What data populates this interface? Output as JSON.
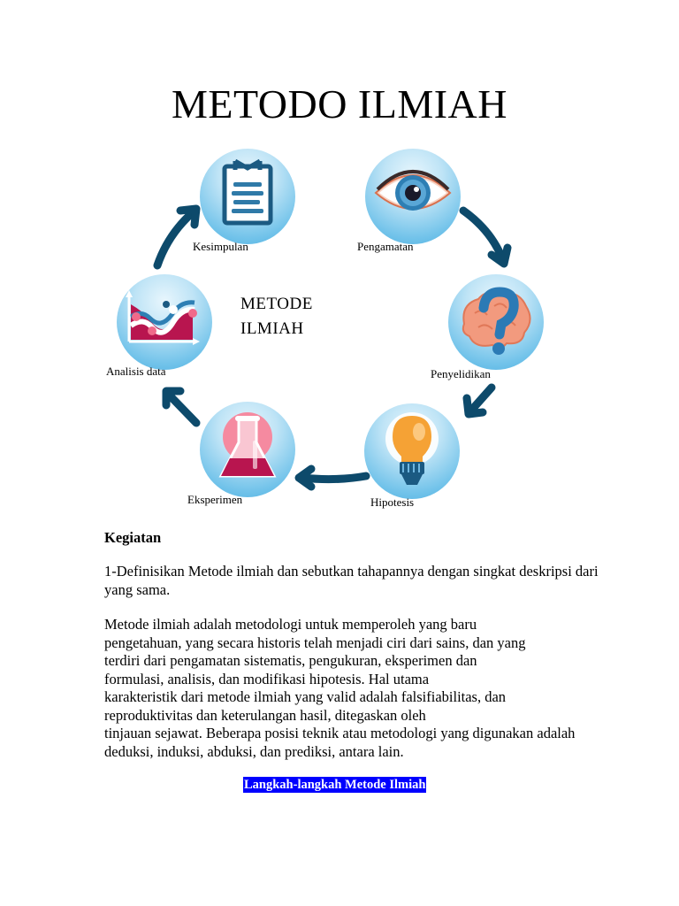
{
  "document": {
    "title": "METODO ILMIAH",
    "diagram": {
      "center_label_lines": [
        "METODE",
        "ILMIAH"
      ],
      "arrow_color": "#0d4a6b",
      "circle_color": "#6cc0e8",
      "steps": [
        {
          "label": "Kesimpulan",
          "icon": "clipboard-icon"
        },
        {
          "label": "Pengamatan",
          "icon": "eye-icon"
        },
        {
          "label": "Penyelidikan",
          "icon": "brain-question-icon"
        },
        {
          "label": "Hipotesis",
          "icon": "lightbulb-icon"
        },
        {
          "label": "Eksperimen",
          "icon": "flask-icon"
        },
        {
          "label": "Analisis data",
          "icon": "chart-icon"
        }
      ]
    },
    "section_heading": "Kegiatan",
    "question": "1-Definisikan Metode ilmiah dan sebutkan tahapannya dengan singkat deskripsi dari yang sama.",
    "paragraph_lines": [
      "Metode ilmiah adalah metodologi untuk memperoleh yang baru",
      "pengetahuan, yang secara historis telah menjadi ciri dari sains, dan yang",
      "terdiri dari pengamatan sistematis, pengukuran, eksperimen dan",
      "formulasi, analisis, dan modifikasi hipotesis. Hal utama",
      "karakteristik dari metode ilmiah yang valid adalah falsifiabilitas, dan",
      "reproduktivitas dan keterulangan hasil, ditegaskan oleh",
      "tinjauan sejawat. Beberapa posisi teknik atau metodologi yang digunakan adalah",
      "deduksi, induksi, abduksi, dan prediksi, antara lain."
    ],
    "highlighted_heading": "Langkah-langkah Metode Ilmiah",
    "highlight_color": "#0000ff"
  }
}
